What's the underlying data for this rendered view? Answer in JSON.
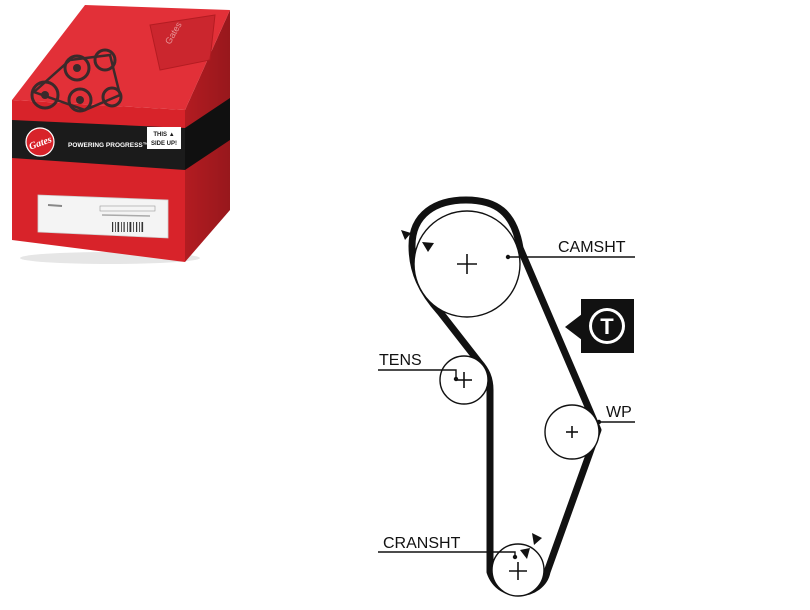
{
  "product_box": {
    "brand": "Gates",
    "slogan": "POWERING PROGRESS™",
    "orientation_line1": "THIS ▲",
    "orientation_line2": "SIDE UP!",
    "colors": {
      "red": "#d8232a",
      "dark_red": "#a3151b",
      "top_red": "#e3313a",
      "band": "#1b1b1b",
      "label": "#f4f4f4"
    }
  },
  "diagram": {
    "labels": {
      "camshaft": "CAMSHT",
      "tensioner": "TENS",
      "water_pump": "WP",
      "crankshaft": "CRANSHT"
    },
    "tension_badge": "T",
    "belt_color": "#111111"
  }
}
